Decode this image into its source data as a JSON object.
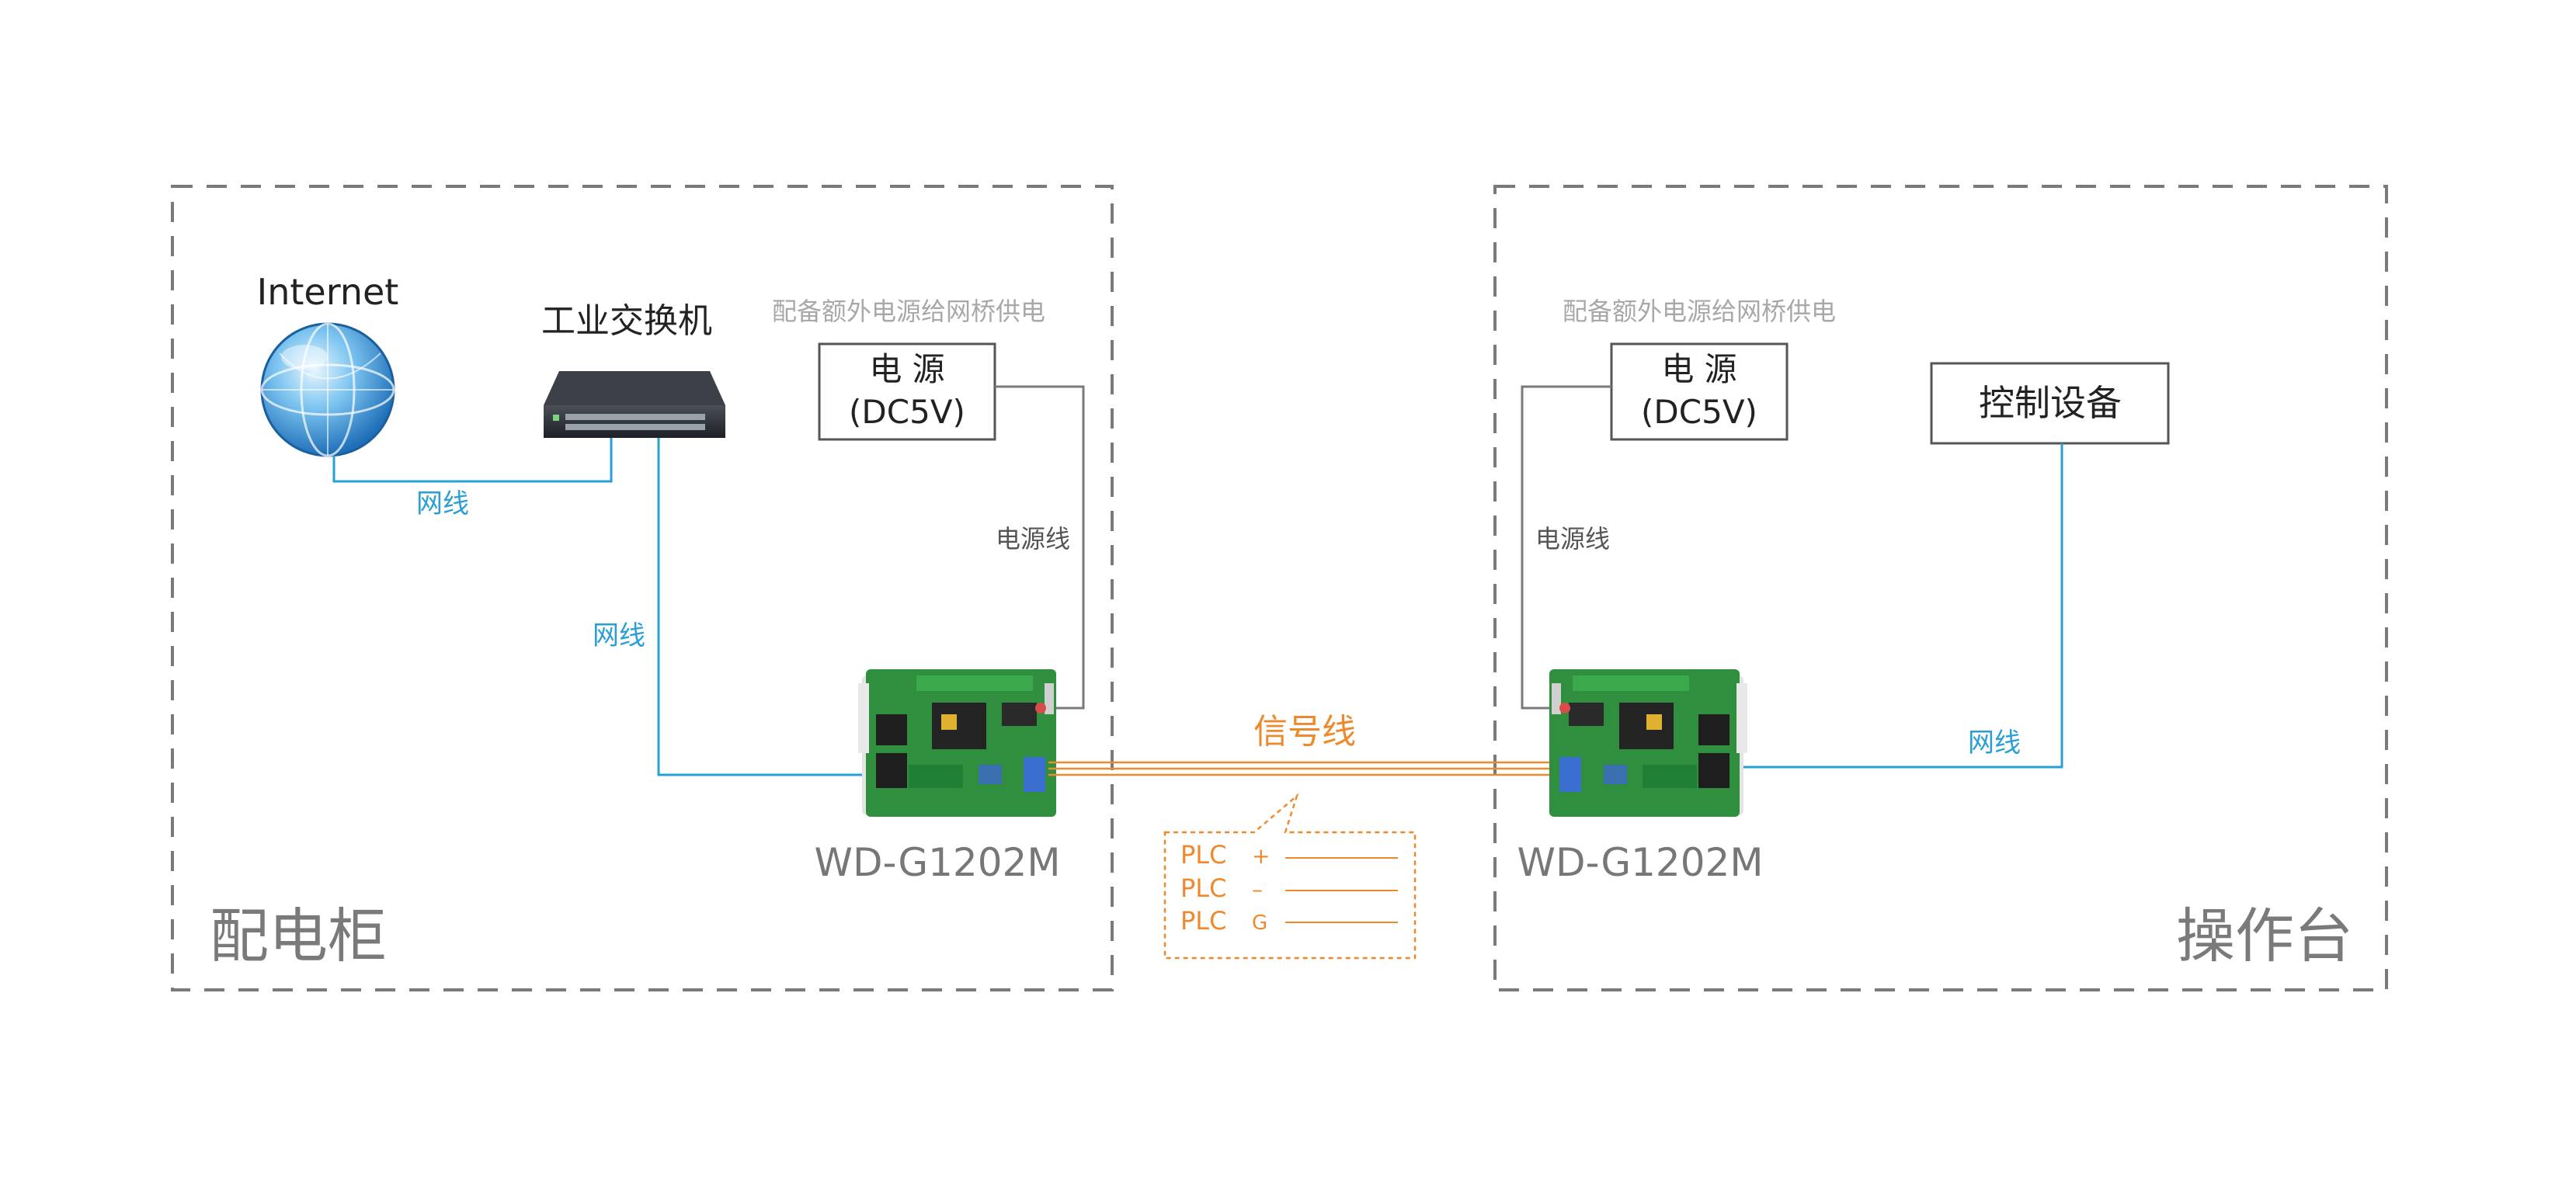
{
  "left_cabinet": {
    "label": "配电柜",
    "internet_label": "Internet",
    "switch_label": "工业交换机",
    "network_cable_1": "网线",
    "network_cable_2": "网线",
    "power_note": "配备额外电源给网桥供电",
    "power_box_line1": "电 源",
    "power_box_line2": "(DC5V)",
    "power_cable": "电源线",
    "device_label": "WD-G1202M"
  },
  "right_console": {
    "label": "操作台",
    "power_note": "配备额外电源给网桥供电",
    "power_box_line1": "电 源",
    "power_box_line2": "(DC5V)",
    "power_cable": "电源线",
    "control_box": "控制设备",
    "network_cable": "网线",
    "device_label": "WD-G1202M"
  },
  "signal": {
    "label": "信号线",
    "plc_rows": [
      {
        "name": "PLC",
        "symbol": "+"
      },
      {
        "name": "PLC",
        "symbol": "–"
      },
      {
        "name": "PLC",
        "symbol": "G"
      }
    ]
  },
  "colors": {
    "border": "#7a7a7a",
    "network": "#2a9fd6",
    "signal": "#ee8a2e",
    "note": "#a8a8a8",
    "power_line": "#7a7a7a",
    "pcb": "#2f8f3e",
    "region_label": "#7a7a7a"
  },
  "icons": {
    "internet": "globe-icon",
    "switch": "network-switch-icon",
    "bridge": "pcb-board-icon"
  }
}
